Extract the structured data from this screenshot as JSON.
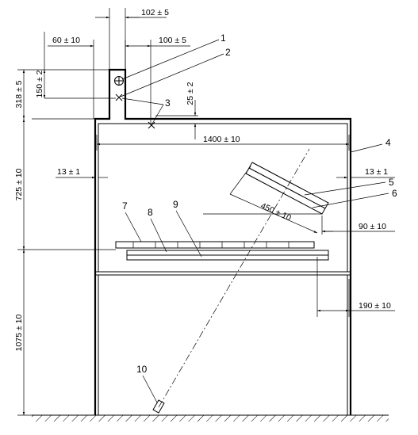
{
  "dimensions": {
    "d102": "102 ± 5",
    "d60": "60 ± 10",
    "d100": "100 ± 5",
    "d150": "150 ± 2",
    "d318": "318 ± 5",
    "d25": "25 ± 2",
    "d1400": "1400 ± 10",
    "d725": "725 ± 10",
    "d13_left": "13 ± 1",
    "d13_right": "13 ± 1",
    "d450": "450 ± 10",
    "d90": "90 ± 10",
    "d1075": "1075 ± 10",
    "d190": "190 ± 10"
  },
  "callouts": {
    "c1": "1",
    "c2": "2",
    "c3": "3",
    "c4": "4",
    "c5": "5",
    "c6": "6",
    "c7": "7",
    "c8": "8",
    "c9": "9",
    "c10": "10"
  }
}
